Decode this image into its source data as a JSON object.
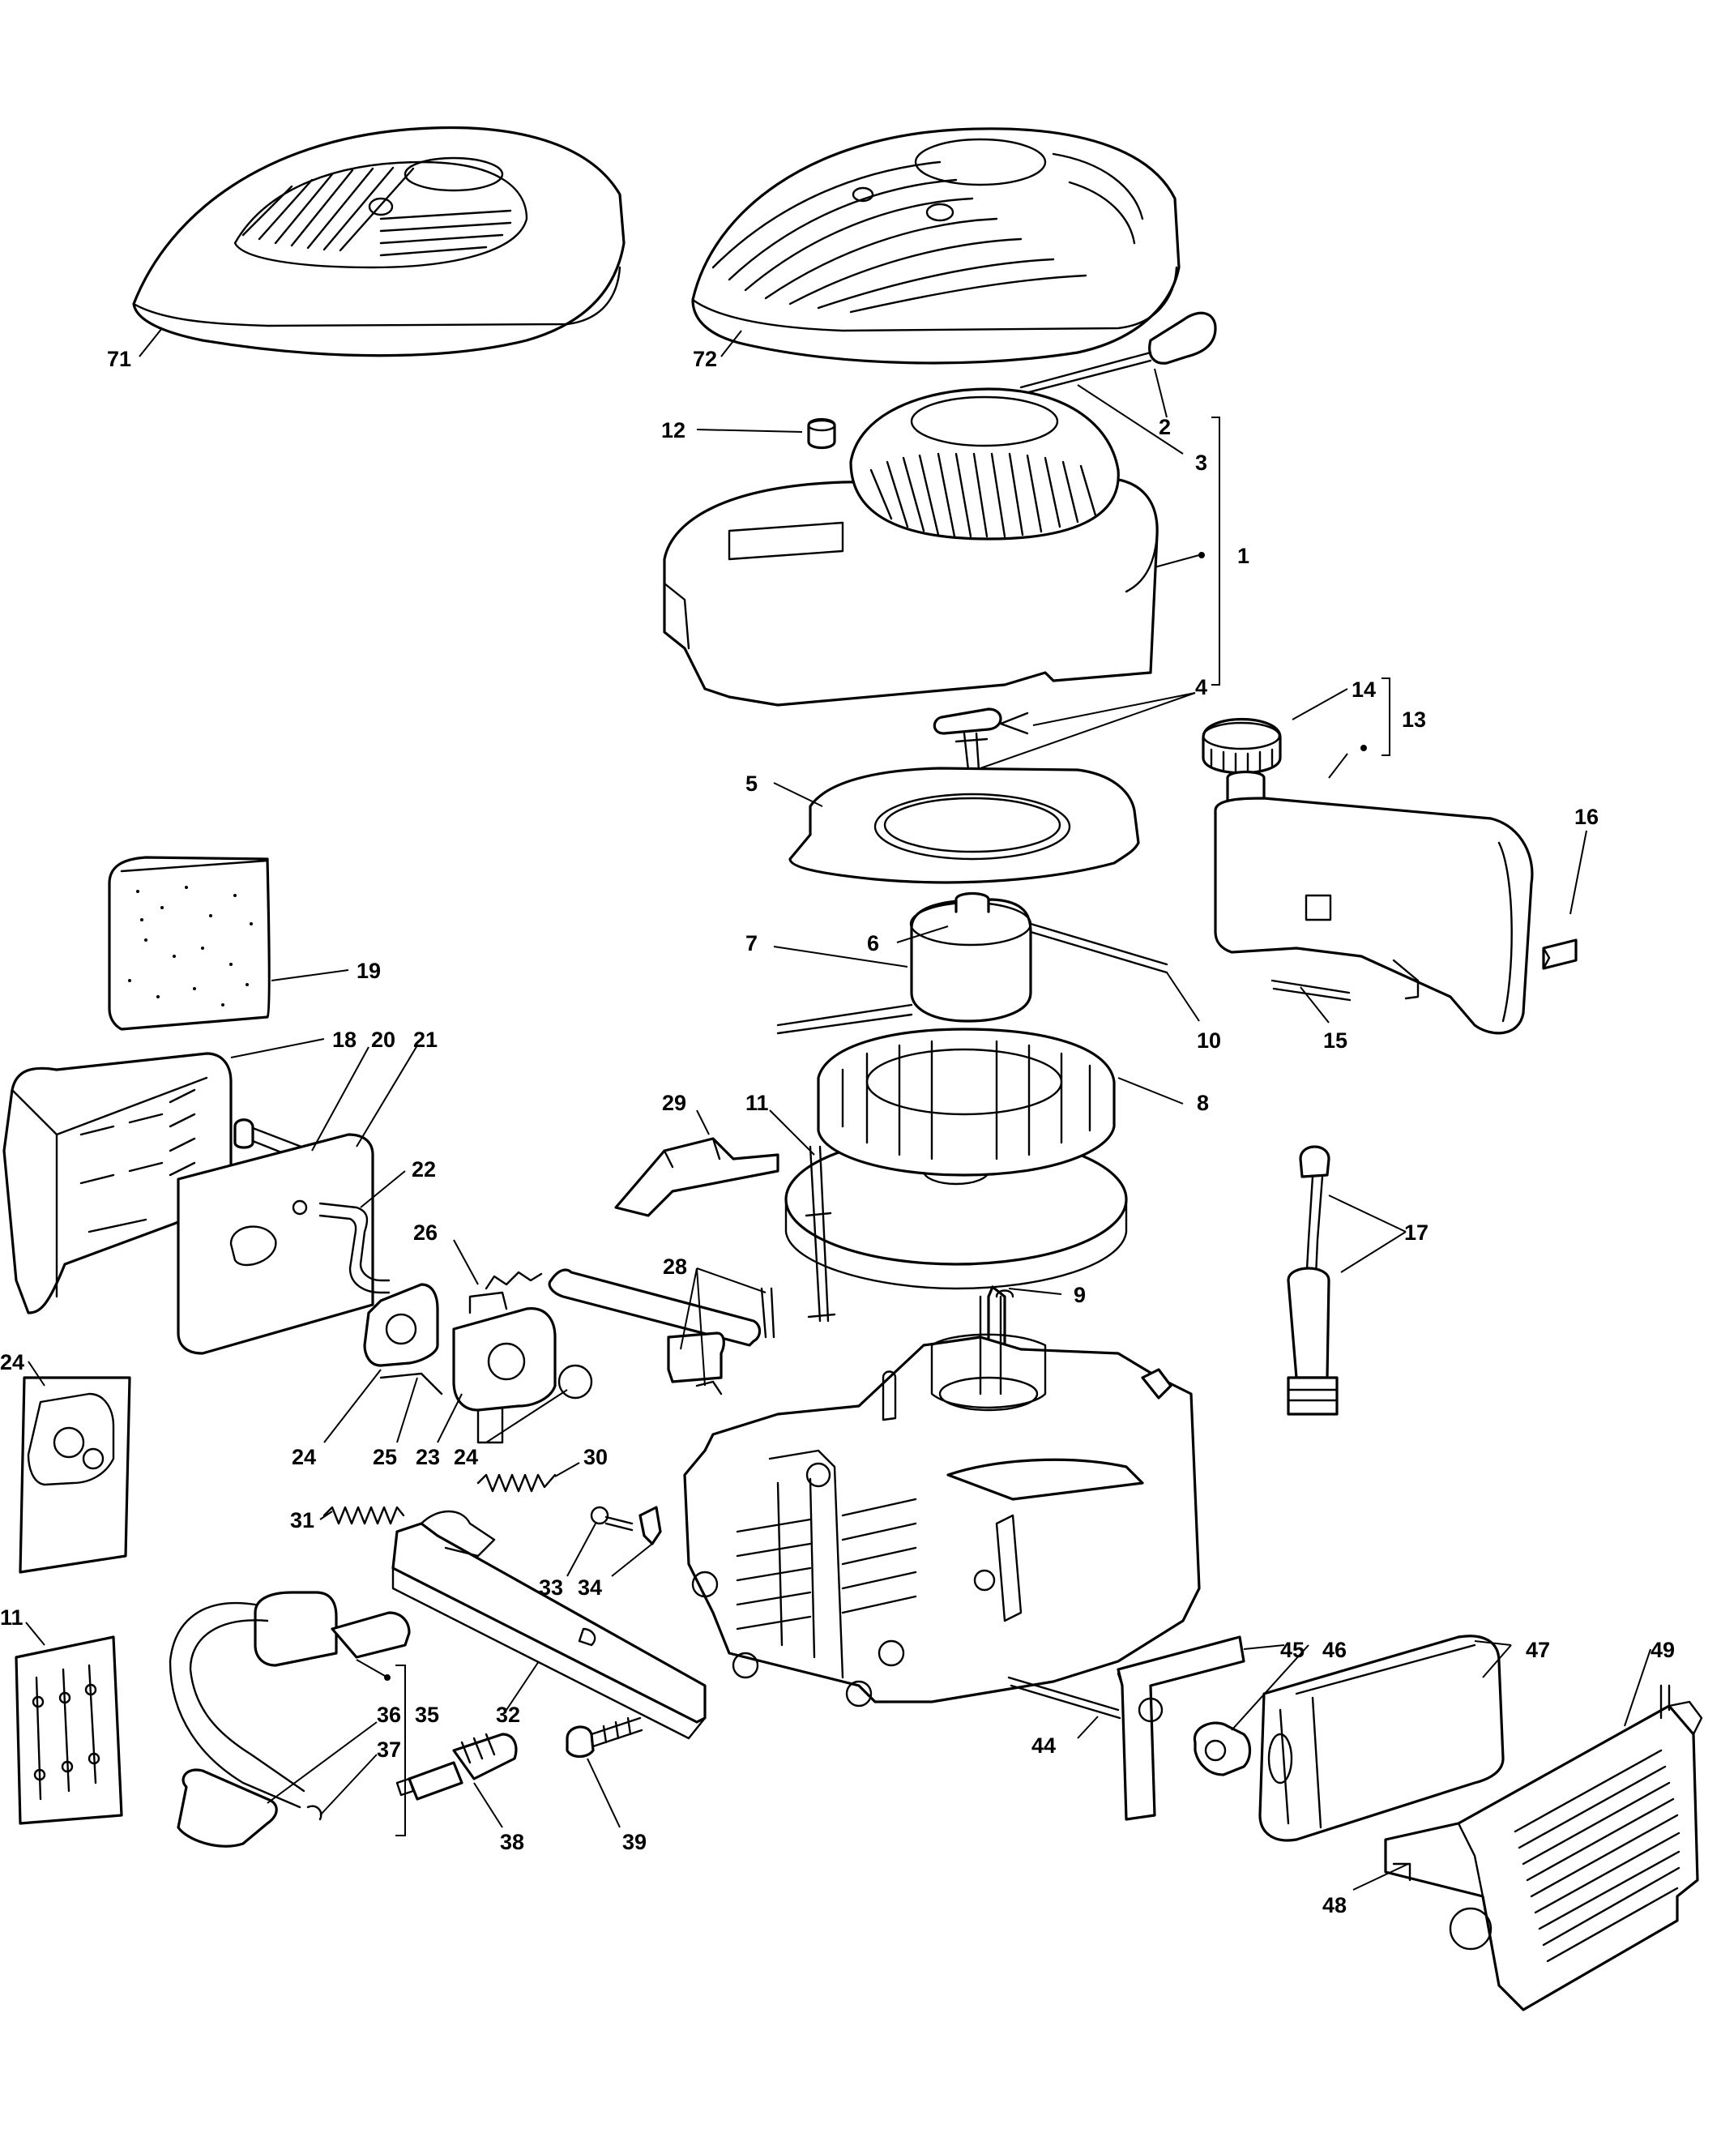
{
  "callouts": [
    {
      "id": "71",
      "text": "71"
    },
    {
      "id": "72",
      "text": "72"
    },
    {
      "id": "2",
      "text": "2"
    },
    {
      "id": "3",
      "text": "3"
    },
    {
      "id": "12",
      "text": "12"
    },
    {
      "id": "1",
      "text": "1"
    },
    {
      "id": "4",
      "text": "4"
    },
    {
      "id": "14",
      "text": "14"
    },
    {
      "id": "13",
      "text": "13"
    },
    {
      "id": "5",
      "text": "5"
    },
    {
      "id": "16",
      "text": "16"
    },
    {
      "id": "6",
      "text": "6"
    },
    {
      "id": "7",
      "text": "7"
    },
    {
      "id": "19",
      "text": "19"
    },
    {
      "id": "10",
      "text": "10"
    },
    {
      "id": "15",
      "text": "15"
    },
    {
      "id": "18",
      "text": "18"
    },
    {
      "id": "20",
      "text": "20"
    },
    {
      "id": "21",
      "text": "21"
    },
    {
      "id": "29",
      "text": "29"
    },
    {
      "id": "11a",
      "text": "11"
    },
    {
      "id": "8",
      "text": "8"
    },
    {
      "id": "22",
      "text": "22"
    },
    {
      "id": "17",
      "text": "17"
    },
    {
      "id": "26",
      "text": "26"
    },
    {
      "id": "28",
      "text": "28"
    },
    {
      "id": "9",
      "text": "9"
    },
    {
      "id": "24a",
      "text": "24"
    },
    {
      "id": "24b",
      "text": "24"
    },
    {
      "id": "25",
      "text": "25"
    },
    {
      "id": "23",
      "text": "23"
    },
    {
      "id": "24c",
      "text": "24"
    },
    {
      "id": "30",
      "text": "30"
    },
    {
      "id": "31",
      "text": "31"
    },
    {
      "id": "33",
      "text": "33"
    },
    {
      "id": "34",
      "text": "34"
    },
    {
      "id": "11b",
      "text": "11"
    },
    {
      "id": "45",
      "text": "45"
    },
    {
      "id": "46",
      "text": "46"
    },
    {
      "id": "47",
      "text": "47"
    },
    {
      "id": "49",
      "text": "49"
    },
    {
      "id": "36",
      "text": "36"
    },
    {
      "id": "35",
      "text": "35"
    },
    {
      "id": "37",
      "text": "37"
    },
    {
      "id": "32",
      "text": "32"
    },
    {
      "id": "44",
      "text": "44"
    },
    {
      "id": "38",
      "text": "38"
    },
    {
      "id": "39",
      "text": "39"
    },
    {
      "id": "48",
      "text": "48"
    }
  ]
}
